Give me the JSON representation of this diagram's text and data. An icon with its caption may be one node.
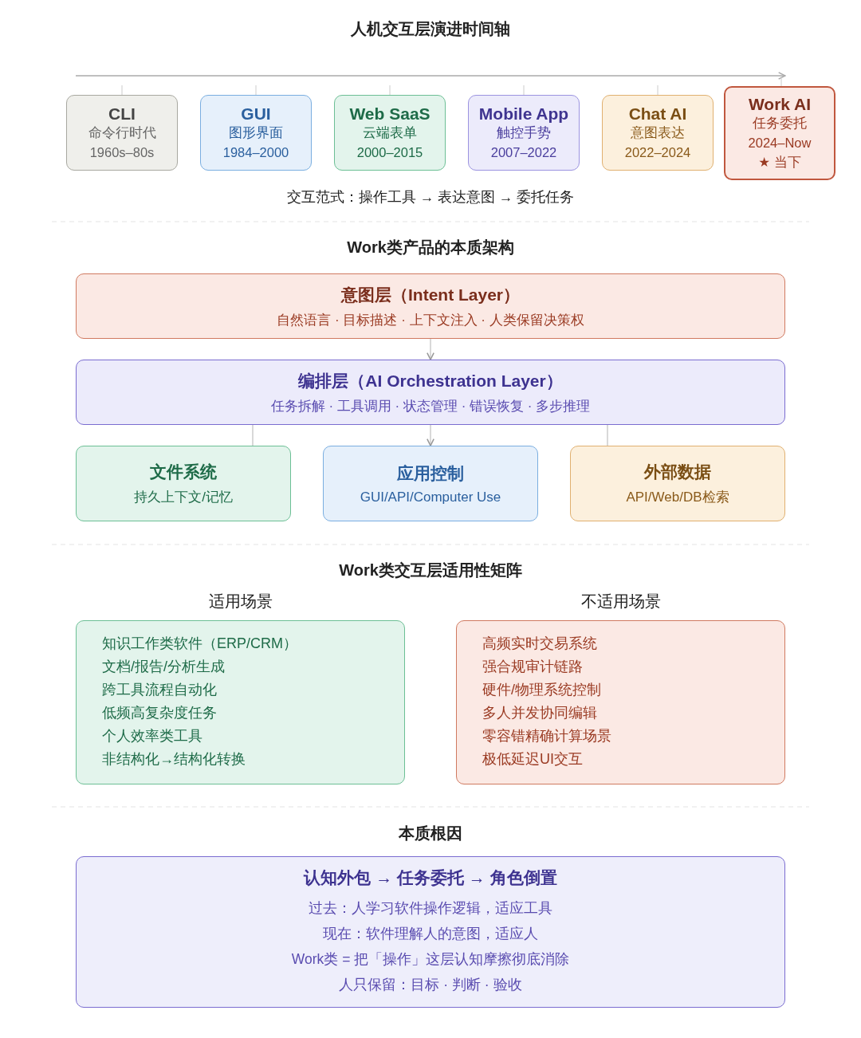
{
  "diagram": {
    "title": "人机交互层演进时间轴",
    "nodes": [
      {
        "text": [
          "CLI",
          "命令行时代",
          "1960s–80s"
        ]
      },
      {
        "text": [
          "GUI",
          "图形界面",
          "1984–2000"
        ]
      },
      {
        "text": [
          "Web SaaS",
          "云端表单",
          "2000–2015"
        ]
      },
      {
        "text": [
          "Mobile App",
          "触控手势",
          "2007–2022"
        ]
      },
      {
        "text": [
          "Chat AI",
          "意图表达",
          "2022–2024"
        ]
      },
      {
        "text": [
          "Work AI",
          "任务委托",
          "2024–Now",
          "★ 当下"
        ]
      },
      {
        "text": [
          "意图层（Intent Layer）",
          "自然语言 · 目标描述 · 上下文注入 · 人类保留决策权"
        ]
      },
      {
        "text": [
          "编排层（AI Orchestration Layer）",
          "任务拆解 · 工具调用 · 状态管理 · 错误恢复 · 多步推理"
        ]
      },
      {
        "text": [
          "文件系统",
          "持久上下文/记忆"
        ]
      },
      {
        "text": [
          "应用控制",
          "GUI/API/Computer Use"
        ]
      },
      {
        "text": [
          "外部数据",
          "API/Web/DB检索"
        ]
      },
      {
        "text": [
          "适用场景",
          "知识工作类软件（ERP/CRM）",
          "文档/报告/分析生成",
          "跨工具流程自动化",
          "低频高复杂度任务",
          "个人效率类工具",
          "非结构化→结构化转换"
        ]
      },
      {
        "text": [
          "不适用场景",
          "高频实时交易系统",
          "强合规审计链路",
          "硬件/物理系统控制",
          "多人并发协同编辑",
          "零容错精确计算场景",
          "极低延迟UI交互"
        ]
      },
      {
        "text": [
          "认知外包 → 任务委托 → 角色倒置",
          "过去：人学习软件操作逻辑，适应工具",
          "现在：软件理解人的意图，适应人",
          "Work类 = 把「操作」这层认知摩擦彻底消除",
          "人只保留：目标 · 判断 · 验收"
        ]
      }
    ],
    "edges": [
      {
        "from": 6,
        "to": 7,
        "arrow": "to"
      },
      {
        "from": 7,
        "to": 8,
        "arrow": "none"
      },
      {
        "from": 7,
        "to": 9,
        "arrow": "to"
      },
      {
        "from": 7,
        "to": 10,
        "arrow": "none"
      }
    ],
    "labels": [
      "交互范式：操作工具 → 表达意图 → 委托任务",
      "Work类产品的本质架构",
      "Work类交互层适用性矩阵",
      "本质根因"
    ]
  }
}
